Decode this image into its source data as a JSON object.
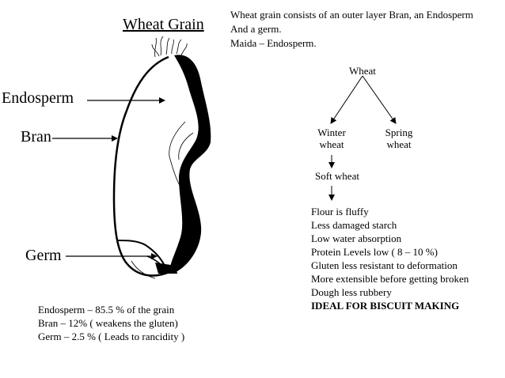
{
  "title": "Wheat Grain",
  "intro_lines": [
    "Wheat grain consists of an outer layer Bran, an Endosperm",
    "And a germ.",
    "Maida – Endosperm."
  ],
  "grain_labels": {
    "endosperm": "Endosperm",
    "bran": "Bran",
    "germ": "Germ"
  },
  "tree": {
    "root": "Wheat",
    "left_branch": [
      "Winter",
      "wheat"
    ],
    "right_branch": [
      "Spring",
      "wheat"
    ],
    "child": "Soft wheat"
  },
  "properties": [
    "Flour is fluffy",
    "Less damaged starch",
    "Low water absorption",
    "Protein Levels low ( 8 – 10 %)",
    "Gluten less resistant to deformation",
    "More extensible before getting broken",
    "Dough less rubbery"
  ],
  "conclusion": "IDEAL FOR BISCUIT MAKING",
  "composition": [
    "Endosperm – 85.5 % of the grain",
    "Bran – 12% ( weakens the gluten)",
    "Germ – 2.5 % ( Leads to rancidity )"
  ]
}
